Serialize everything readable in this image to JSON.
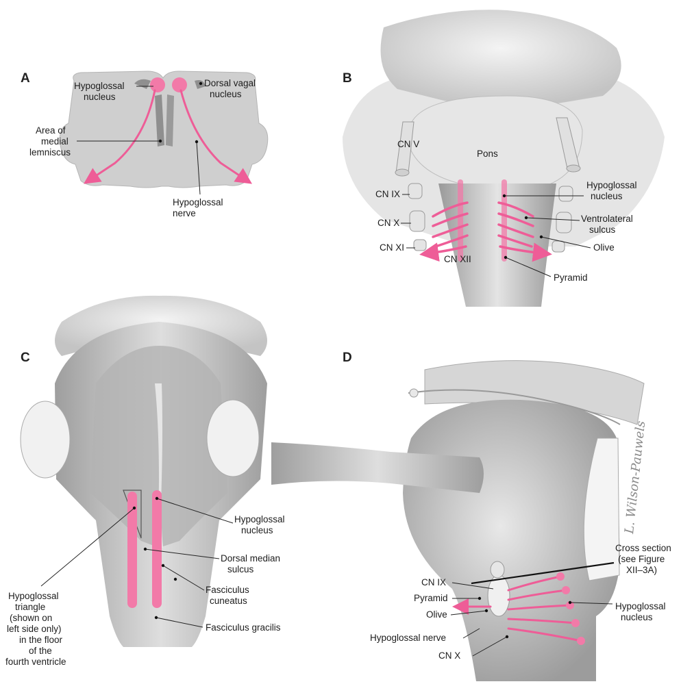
{
  "panels": {
    "a": {
      "letter": "A",
      "labels": {
        "hypoglossal_nucleus": [
          "Hypoglossal",
          "nucleus"
        ],
        "dorsal_vagal_nucleus": [
          "Dorsal vagal",
          "nucleus"
        ],
        "medial_lemniscus": [
          "Area of",
          "medial",
          "lemniscus"
        ],
        "hypoglossal_nerve": [
          "Hypoglossal",
          "nerve"
        ]
      }
    },
    "b": {
      "letter": "B",
      "labels": {
        "cn_v": "CN V",
        "pons": "Pons",
        "cn_ix": "CN IX",
        "cn_x": "CN X",
        "cn_xi": "CN XI",
        "cn_xii": "CN XII",
        "hypoglossal_nucleus": [
          "Hypoglossal",
          "nucleus"
        ],
        "ventrolateral_sulcus": [
          "Ventrolateral",
          "sulcus"
        ],
        "olive": "Olive",
        "pyramid": "Pyramid"
      }
    },
    "c": {
      "letter": "C",
      "labels": {
        "hypoglossal_triangle": [
          "Hypoglossal",
          "triangle",
          "(shown on",
          "left side only)",
          "in the floor",
          "of the",
          "fourth ventricle"
        ],
        "hypoglossal_nucleus": [
          "Hypoglossal",
          "nucleus"
        ],
        "dorsal_median_sulcus": [
          "Dorsal median",
          "sulcus"
        ],
        "fasciculus_cuneatus": [
          "Fasciculus",
          "cuneatus"
        ],
        "fasciculus_gracilis": "Fasciculus gracilis"
      }
    },
    "d": {
      "letter": "D",
      "labels": {
        "cross_section": [
          "Cross section",
          "(see Figure",
          "XII–3A)"
        ],
        "cn_ix": "CN IX",
        "pyramid": "Pyramid",
        "olive": "Olive",
        "hypoglossal_nerve": "Hypoglossal nerve",
        "cn_x": "CN X",
        "hypoglossal_nucleus": [
          "Hypoglossal",
          "nucleus"
        ]
      },
      "signature": "L. Wilson-Pauwels"
    }
  },
  "colors": {
    "nerve_pink": "#ee5d97",
    "nucleus_pink": "#f27aa8",
    "tissue_gray": "#c9c9c9",
    "dark_gray": "#8c8c8c",
    "label_text": "#1c1c1c"
  }
}
